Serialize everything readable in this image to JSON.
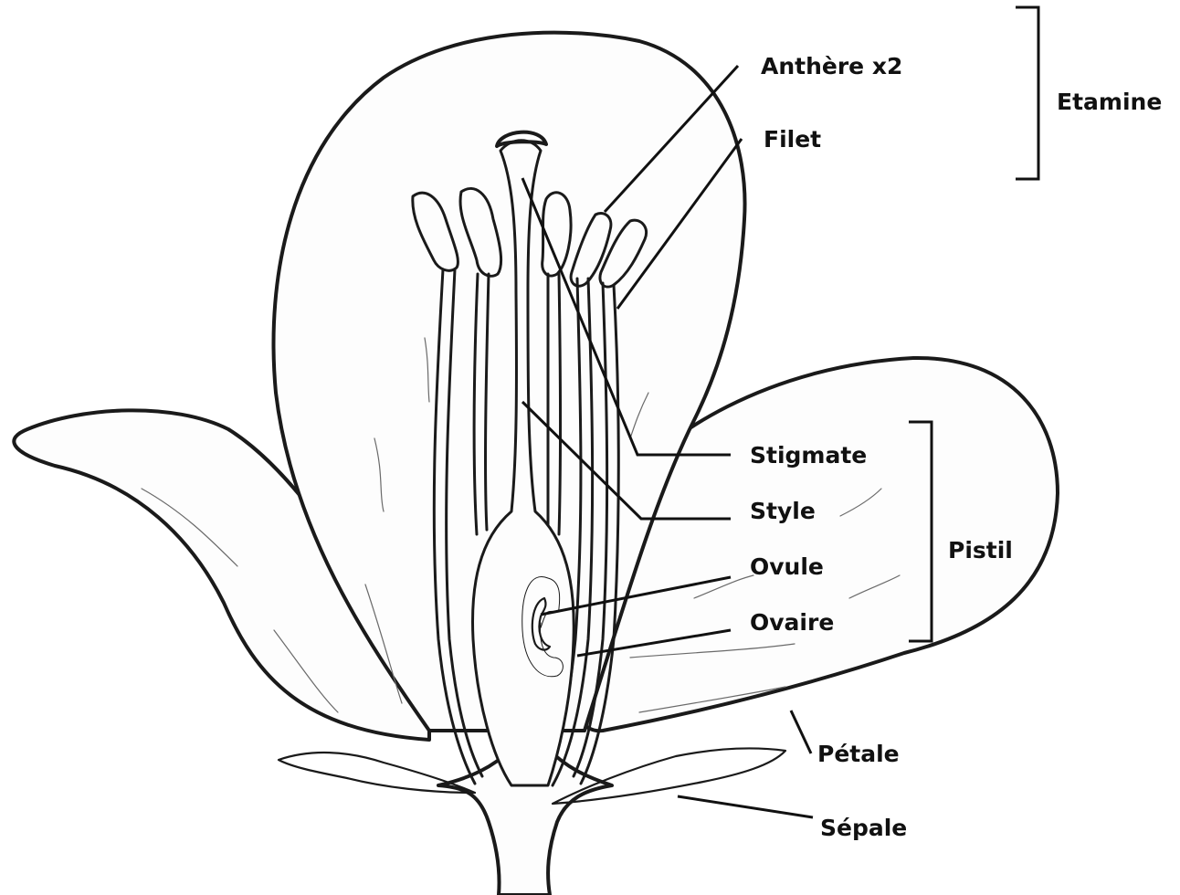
{
  "labels": {
    "anthere": "Anthère x2",
    "filet": "Filet",
    "etamine": "Etamine",
    "stigmate": "Stigmate",
    "style": "Style",
    "ovule": "Ovule",
    "ovaire": "Ovaire",
    "pistil": "Pistil",
    "petale": "Pétale",
    "sepale": "Sépale"
  },
  "colors": {
    "ink": "#1a1a1a",
    "paper": "#fdfdfd",
    "anther_fill": "#3a3a3a"
  }
}
